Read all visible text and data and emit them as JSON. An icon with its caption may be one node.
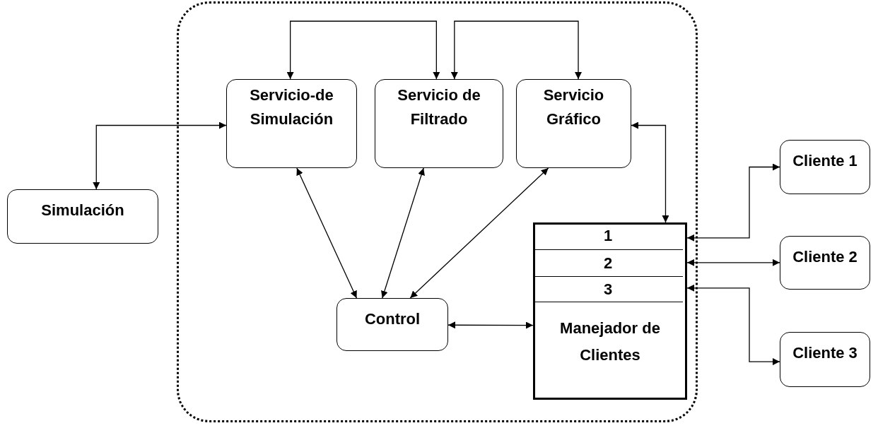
{
  "diagram": {
    "nodes": [
      {
        "text": [],
        "shape": "box"
      },
      {
        "text": [
          "Servicio-de Simulación"
        ],
        "in": 0
      },
      {
        "text": [
          "Servicio de Filtrado"
        ],
        "in": 0
      },
      {
        "text": [
          "Servicio Gráfico"
        ],
        "in": 0
      },
      {
        "text": [
          "Simulación"
        ]
      },
      {
        "text": [
          "Cliente 1"
        ]
      },
      {
        "text": [
          "Manejador de Clientes"
        ],
        "in": 0
      },
      {
        "text": [
          "1"
        ],
        "in": 6
      },
      {
        "text": [
          "2"
        ],
        "in": 6
      },
      {
        "text": [
          "3"
        ],
        "in": 6
      },
      {
        "text": [
          "Cliente 2"
        ]
      },
      {
        "text": [
          "Control"
        ],
        "in": 0
      },
      {
        "text": [
          "Cliente 3"
        ]
      }
    ],
    "edges": [
      {
        "from": 4,
        "to": 1,
        "arrow": "both"
      },
      {
        "from": 1,
        "to": 2,
        "arrow": "both"
      },
      {
        "from": 2,
        "to": 3,
        "arrow": "both"
      },
      {
        "from": 1,
        "to": 11,
        "arrow": "both"
      },
      {
        "from": 2,
        "to": 11,
        "arrow": "both"
      },
      {
        "from": 3,
        "to": 11,
        "arrow": "both"
      },
      {
        "from": 3,
        "to": 6,
        "arrow": "both"
      },
      {
        "from": 11,
        "to": 6,
        "arrow": "both"
      },
      {
        "from": 7,
        "to": 5,
        "arrow": "both"
      },
      {
        "from": 8,
        "to": 10,
        "arrow": "both"
      },
      {
        "from": 9,
        "to": 12,
        "arrow": "both"
      }
    ]
  }
}
